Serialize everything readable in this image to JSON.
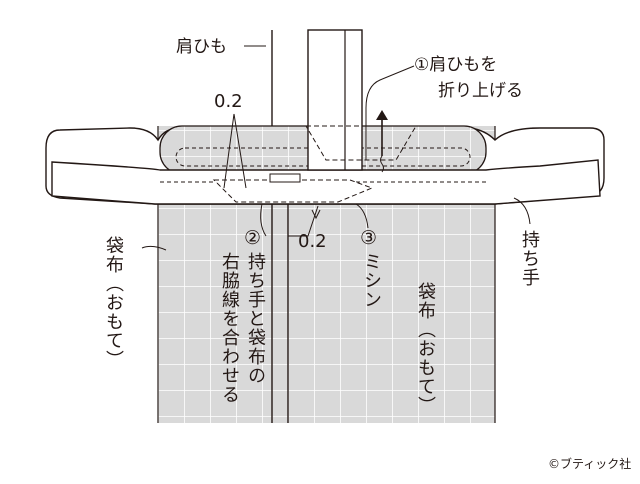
{
  "labels": {
    "shoulder_strap": "肩ひも",
    "step1": "①肩ひもを",
    "step1_line2": "折り上げる",
    "margin_top": "0.2",
    "margin_bottom": "0.2",
    "step2_badge": "②",
    "step2_col1": "持ち手と袋布の",
    "step2_col2": "右脇線を合わせる",
    "step3_badge": "③",
    "step3_text": "ミシン",
    "bag_fabric_left": "袋布（おもて）",
    "bag_fabric_right": "袋布（おもて）",
    "handle": "持ち手",
    "copyright": "©ブティック社"
  },
  "colors": {
    "line": "#231815",
    "fabric": "#d9d9d9",
    "grid": "#ffffff",
    "paper": "#ffffff"
  }
}
